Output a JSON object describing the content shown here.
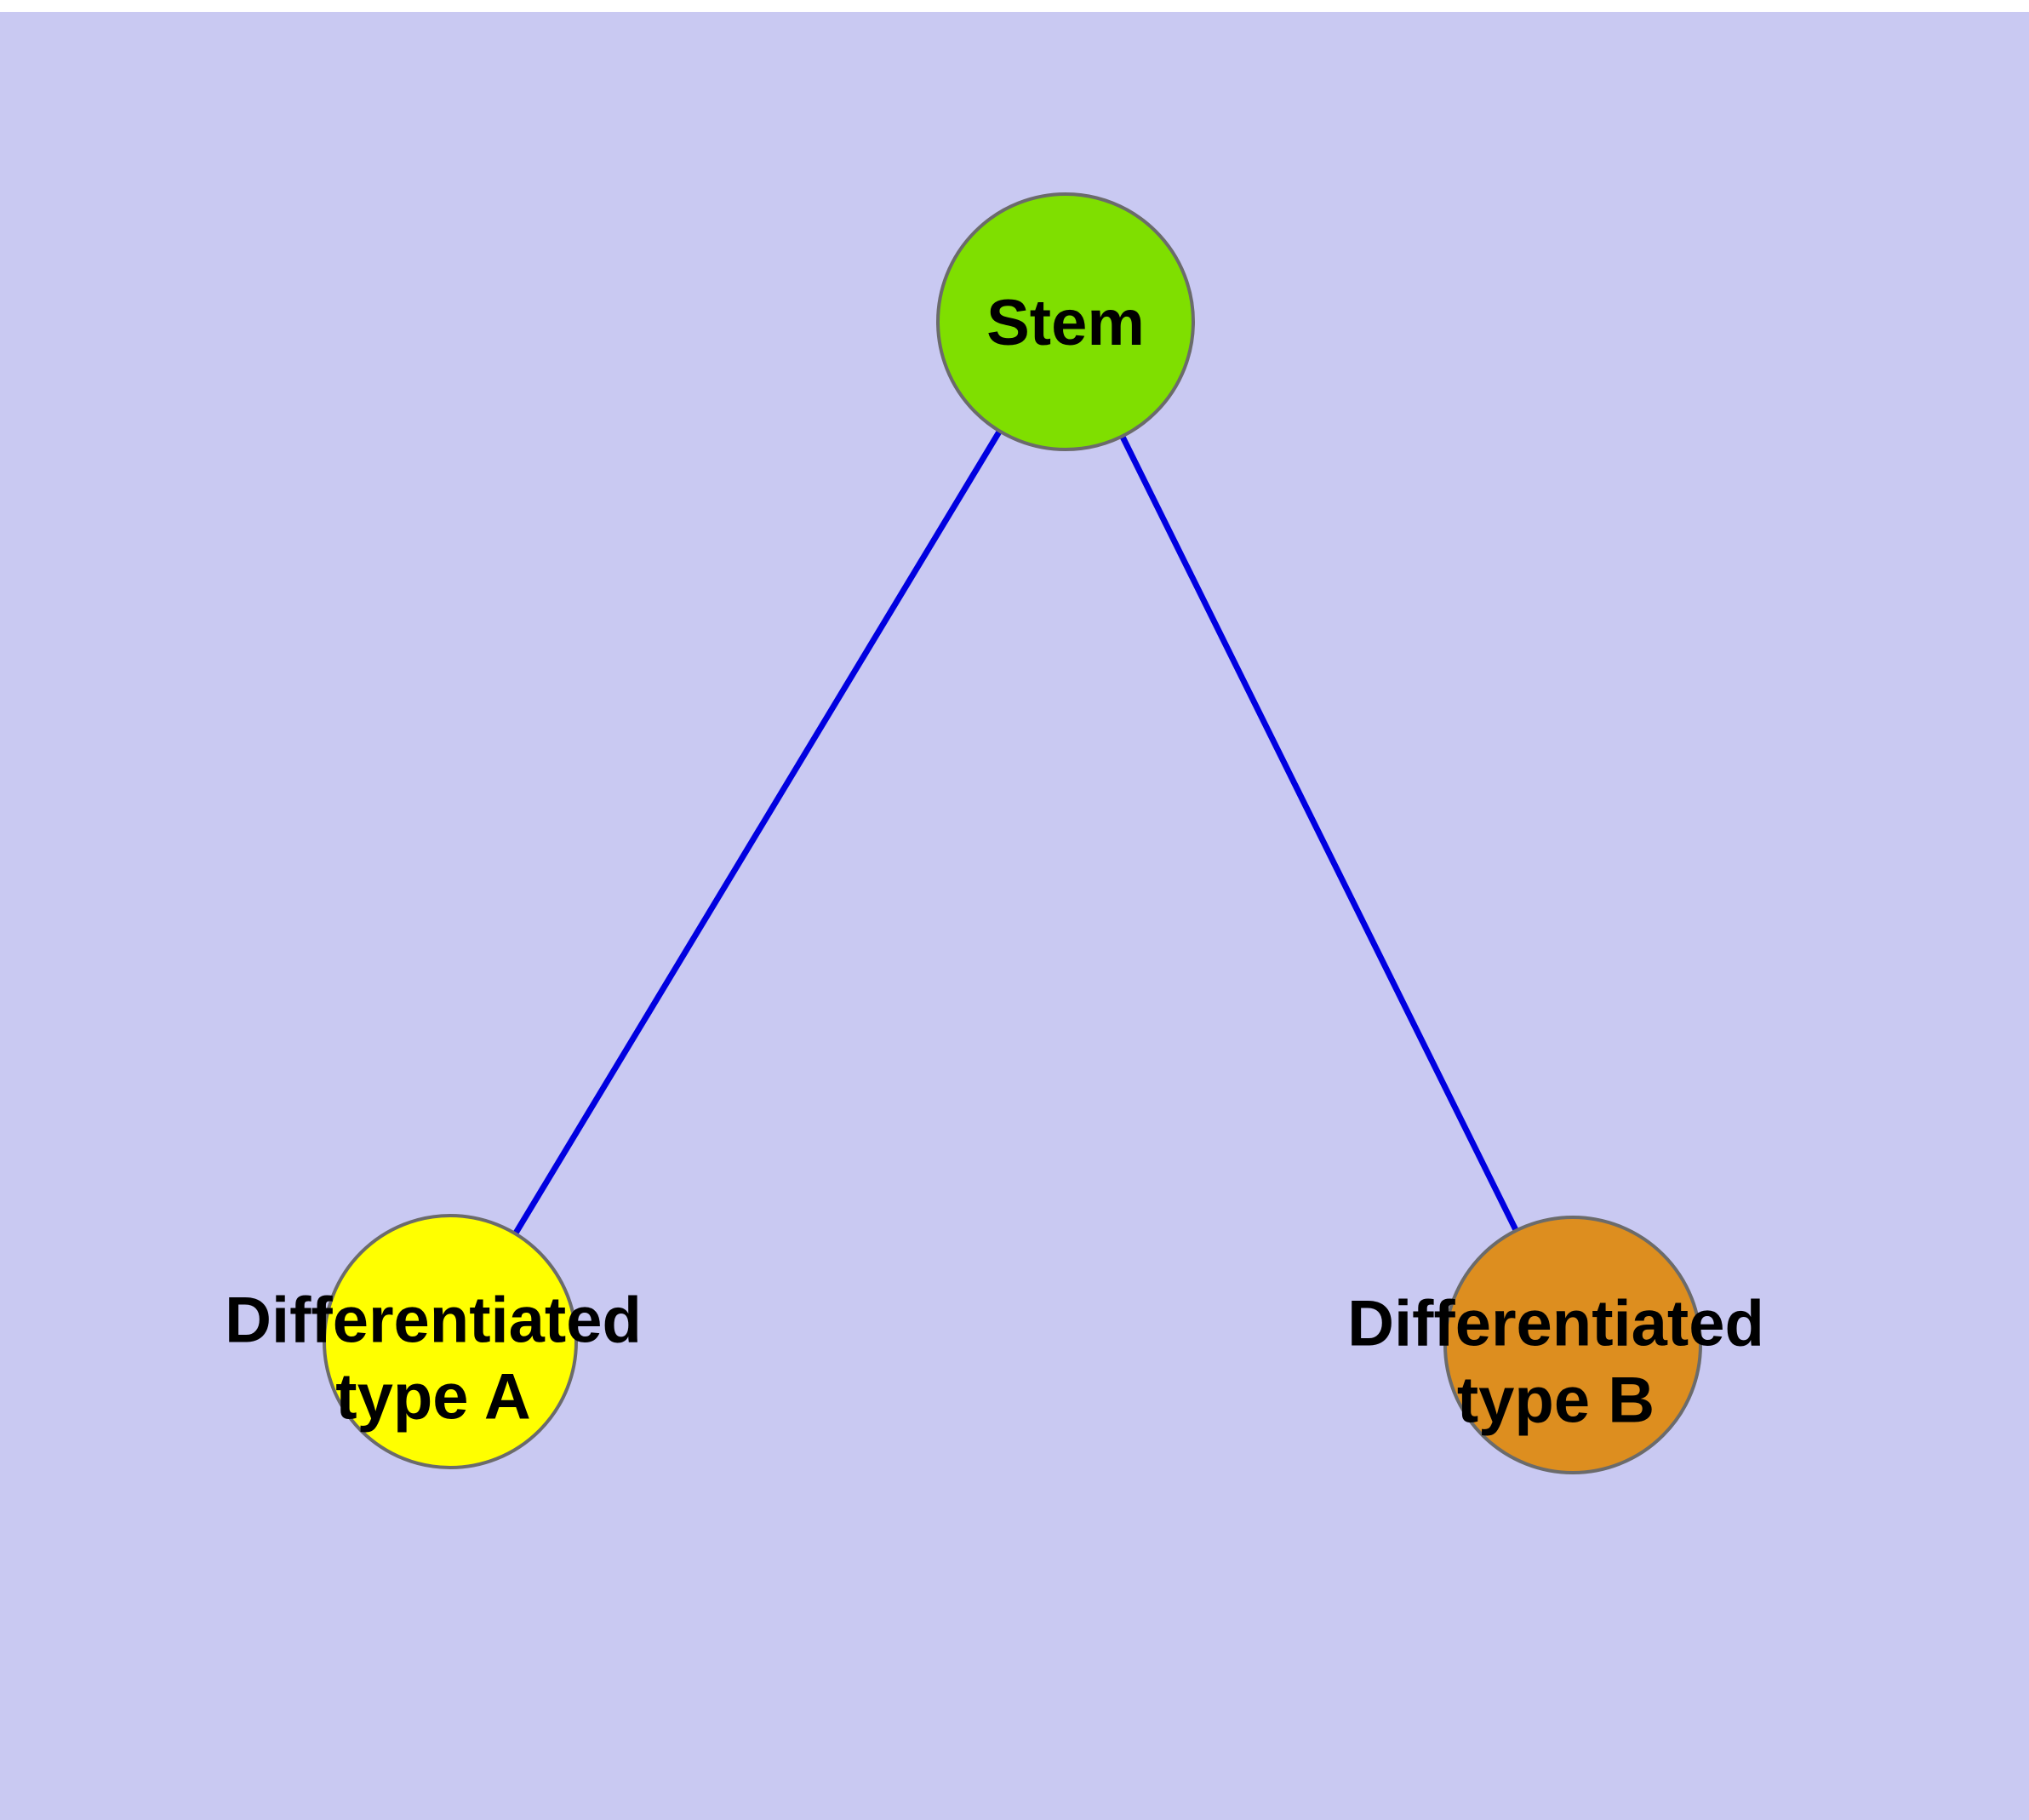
{
  "diagram": {
    "background_color": "#c9c9f2",
    "edge_color": "#0000e0",
    "node_border_color": "#6b6b6b",
    "nodes": [
      {
        "id": "stem",
        "label": "Stem",
        "color": "#7fdf00"
      },
      {
        "id": "type-a",
        "label": "Differentiated\ntype A",
        "color": "#ffff00"
      },
      {
        "id": "type-b",
        "label": "Differentiated\ntype B",
        "color": "#dd8e1f"
      }
    ],
    "edges": [
      {
        "from": "stem",
        "to": "type-a"
      },
      {
        "from": "stem",
        "to": "type-b"
      }
    ]
  }
}
